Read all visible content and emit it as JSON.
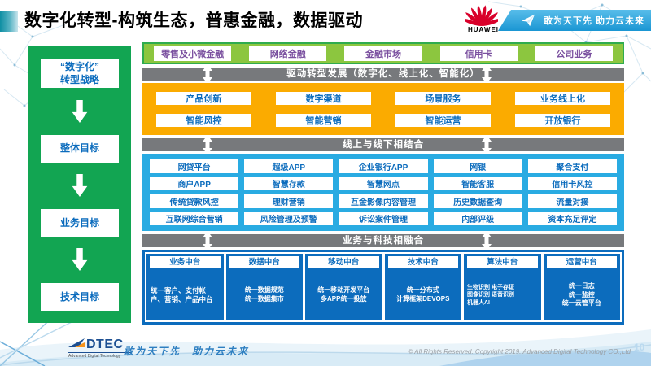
{
  "colors": {
    "sidebar_green": "#12a552",
    "strip_green_fill": "#8cc63f",
    "strip_green_border": "#2fac4f",
    "strip_text_purple": "#7b51a0",
    "connector_gray": "#77797c",
    "capability_yellow": "#fbab00",
    "channel_light_blue": "#29abe2",
    "platform_dark_blue": "#0c6cbd",
    "box_text_blue": "#0c6cbd",
    "huawei_red": "#d9002a",
    "banner_blue": "#1a96d3"
  },
  "header": {
    "title": "数字化转型-构筑生态，普惠金融，数据驱动",
    "logo_text": "HUAWEI",
    "banner_slogan": "敢为天下先 助力云未来"
  },
  "sidebar": {
    "items": [
      {
        "label": "“数字化”\n转型战略"
      },
      {
        "label": "整体目标"
      },
      {
        "label": "业务目标"
      },
      {
        "label": "技术目标"
      }
    ]
  },
  "main": {
    "business_strip": {
      "items": [
        "零售及小微金融",
        "网络金融",
        "金融市场",
        "信用卡",
        "公司业务"
      ]
    },
    "connector_1": "驱动转型发展（数字化、线上化、智能化）",
    "capability_rows": [
      [
        "产品创新",
        "数字渠道",
        "场景服务",
        "业务线上化"
      ],
      [
        "智能风控",
        "智能营销",
        "智能运营",
        "开放银行"
      ]
    ],
    "connector_2": "线上与线下相结合",
    "channel_rows": [
      [
        "网贷平台",
        "超级APP",
        "企业银行APP",
        "网银",
        "聚合支付"
      ],
      [
        "商户APP",
        "智慧存款",
        "智慧网点",
        "智能客服",
        "信用卡风控"
      ],
      [
        "传统贷款风控",
        "理财营销",
        "互金影像内容管理",
        "历史数据查询",
        "流量对接"
      ],
      [
        "互联网综合营销",
        "风险管理及预警",
        "诉讼案件管理",
        "内部评级",
        "资本充足评定"
      ]
    ],
    "connector_3": "业务与科技相融合",
    "platform_columns": [
      {
        "header": "业务中台",
        "body": "统一客户、支付帐户、营销、产品中台"
      },
      {
        "header": "数据中台",
        "body": "统一数据规范\n统一数据集市"
      },
      {
        "header": "移动中台",
        "body": "统一移动开发平台\n多APP统一投放"
      },
      {
        "header": "技术中台",
        "body": "统一分布式\n计算框架DEVOPS"
      },
      {
        "header": "算法中台",
        "body": "生物识别 电子存证\n图像识别 语音识别\n机器人AI"
      },
      {
        "header": "运营中台",
        "body": "统一日志\n统一监控\n统一云管平台"
      }
    ]
  },
  "footer": {
    "logo_text": "DTEC",
    "logo_subtext": "Advanced Digital Technology",
    "slogan": "敢为天下先　助力云未来",
    "copyright": "© All Rights Reserved. Copyright 2019. Advanced Digital Technology CO.,Ltd",
    "page_number": "10"
  }
}
